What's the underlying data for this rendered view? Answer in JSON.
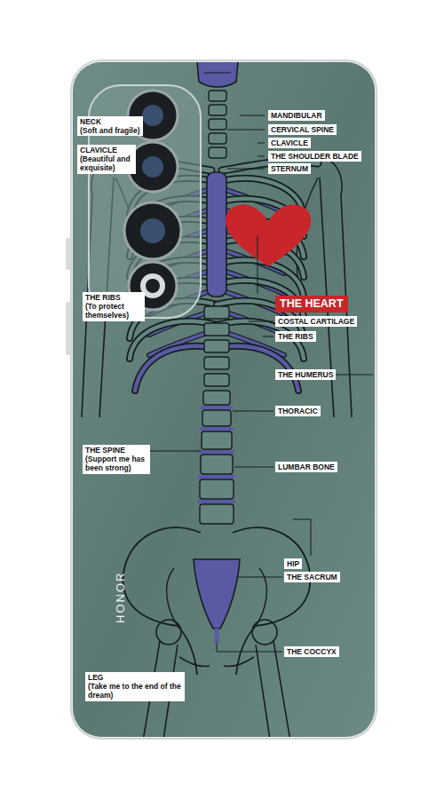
{
  "diagram": {
    "labels": [
      "NECK",
      "(Soft and fragile)",
      "CLAVICLE",
      "(Beautiful and exquisite)",
      "THE RIBS",
      "(To protect themselves)",
      "THE SPINE",
      "(Support me has been strong)",
      "LEG",
      "(Take me to the end of the dream)",
      "MANDIBULAR",
      "CERVICAL SPINE",
      "CLAVICLE",
      "THE SHOULDER BLADE",
      "STERNUM",
      "THE HEART",
      "COSTAL CARTILAGE",
      "THE RIBS",
      "THE HUMERUS",
      "THORACIC",
      "LUMBAR BONE",
      "HIP",
      "THE SACRUM",
      "THE COCCYX",
      "HONOR"
    ]
  }
}
